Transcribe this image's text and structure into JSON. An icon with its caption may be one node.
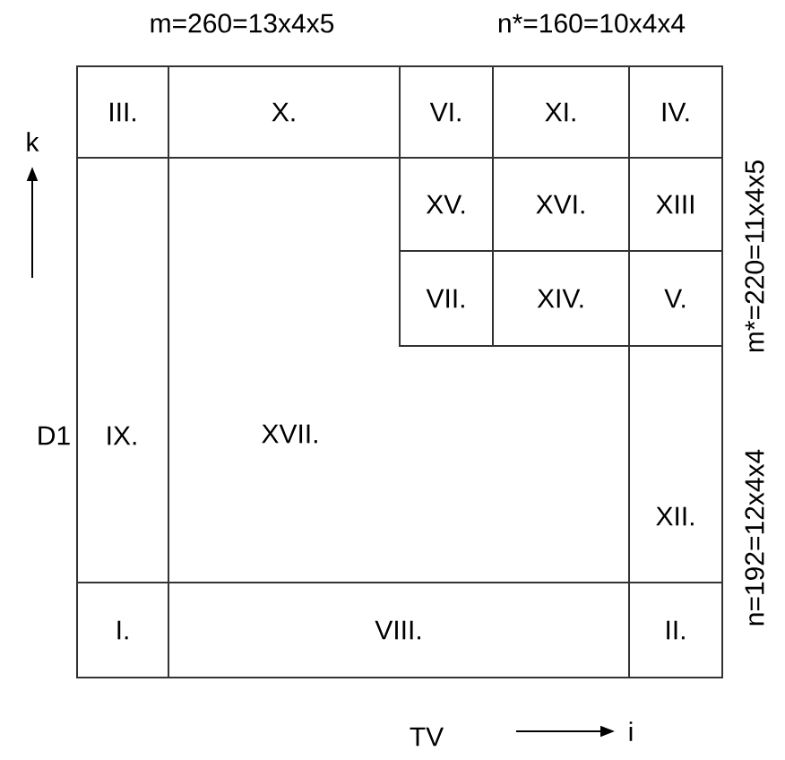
{
  "diagram": {
    "nodes": [
      {
        "text": [
          "III."
        ]
      },
      {
        "text": [
          "X."
        ]
      },
      {
        "text": [
          "VI."
        ]
      },
      {
        "text": [
          "XI."
        ]
      },
      {
        "text": [
          "IV."
        ]
      },
      {
        "text": [
          "IX."
        ]
      },
      {
        "text": [
          "XV."
        ]
      },
      {
        "text": [
          "XVI."
        ]
      },
      {
        "text": [
          "XIII"
        ]
      },
      {
        "text": [
          "VII."
        ]
      },
      {
        "text": [
          "XIV."
        ]
      },
      {
        "text": [
          "V."
        ]
      },
      {
        "text": [
          "XVII."
        ]
      },
      {
        "text": [
          "XII."
        ]
      },
      {
        "text": [
          "I."
        ]
      },
      {
        "text": [
          "VIII."
        ]
      },
      {
        "text": [
          "II."
        ]
      }
    ],
    "labels": [
      "m=260=13x4x5",
      "n*=160=10x4x4",
      "k",
      "m*=220=11x4x5",
      "D1",
      "n=192=12x4x4",
      "TV",
      "i"
    ]
  }
}
